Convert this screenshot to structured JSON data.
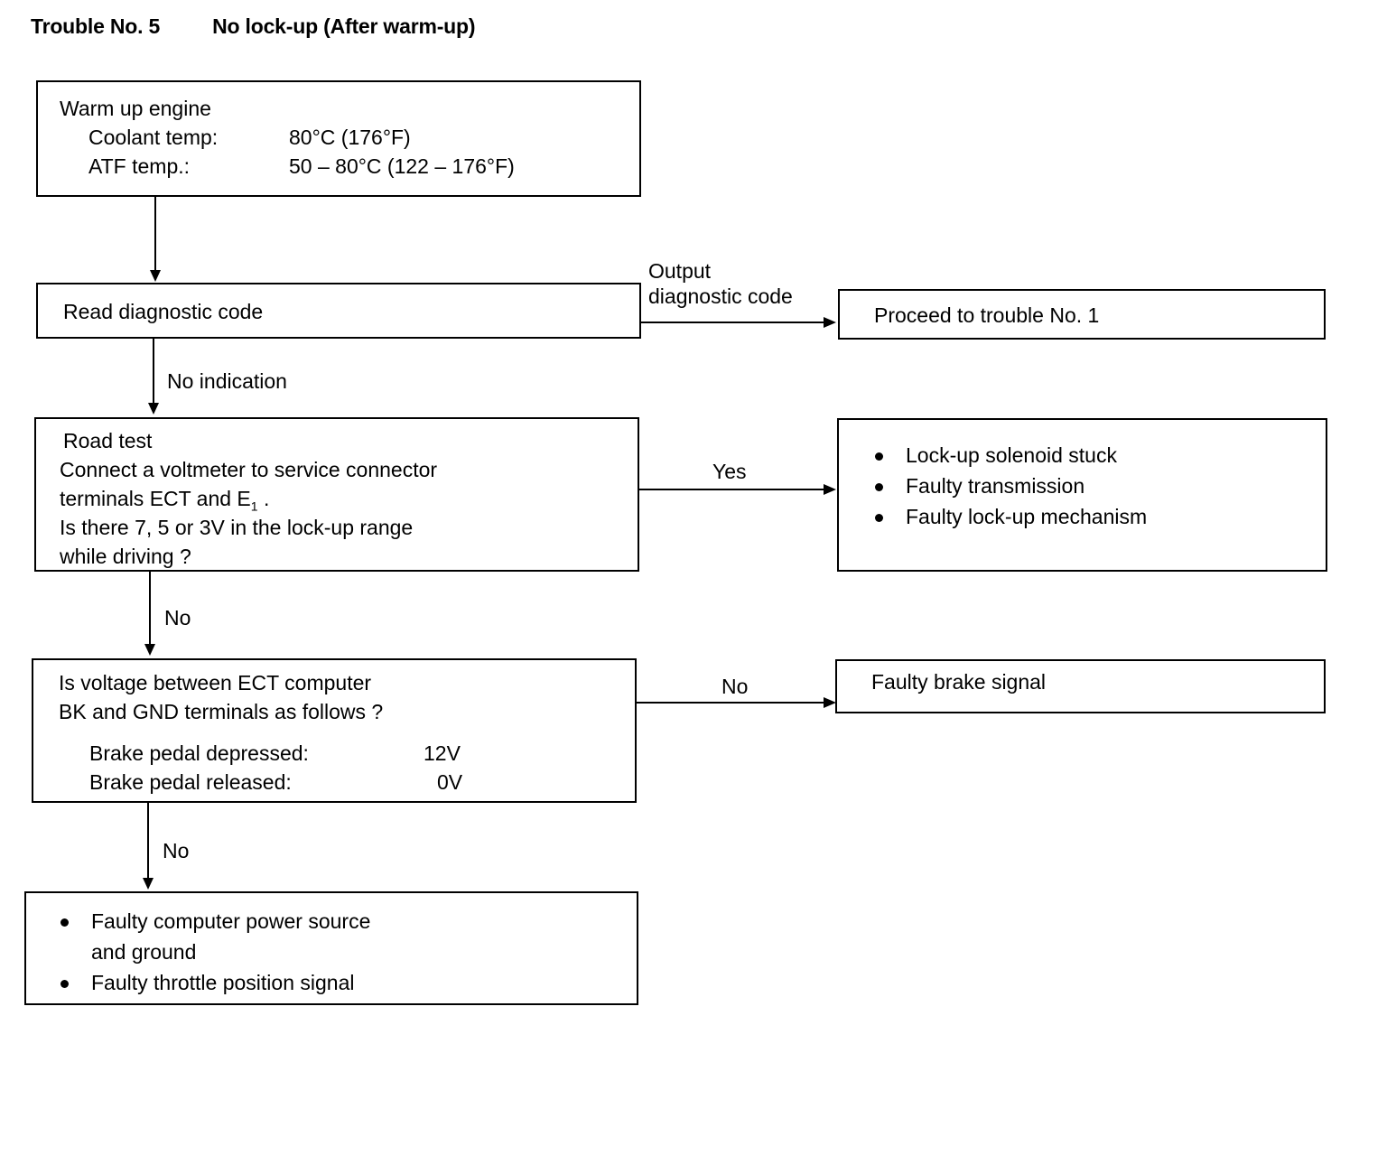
{
  "header": {
    "trouble_no": "Trouble No. 5",
    "description": "No lock-up (After warm-up)"
  },
  "nodes": {
    "warm_up": {
      "title": "Warm up engine",
      "rows": [
        {
          "label": "Coolant temp:",
          "value": "80°C (176°F)"
        },
        {
          "label": "ATF temp.:",
          "value": "50 – 80°C (122 – 176°F)"
        }
      ]
    },
    "read_code": {
      "title": "Read diagnostic code"
    },
    "proceed_trouble_1": {
      "title": "Proceed to trouble No. 1"
    },
    "road_test": {
      "line1": "Road test",
      "line2": "Connect a voltmeter to service connector",
      "line3_pre": "terminals ECT and E",
      "line3_sub": "1",
      "line3_post": " .",
      "line4": "Is there 7, 5 or 3V in the lock-up range",
      "line5": "while driving ?"
    },
    "lockup_faults": {
      "items": [
        "Lock-up solenoid stuck",
        "Faulty transmission",
        "Faulty lock-up mechanism"
      ]
    },
    "voltage_check": {
      "line1": "Is voltage between ECT computer",
      "line2": "BK and GND terminals as follows ?",
      "rows": [
        {
          "label": "Brake pedal depressed:",
          "value": "12V"
        },
        {
          "label": "Brake pedal released:",
          "value": "0V"
        }
      ]
    },
    "brake_signal": {
      "title": "Faulty brake signal"
    },
    "power_faults": {
      "items": [
        "Faulty computer power source\nand ground",
        "Faulty throttle position signal"
      ]
    }
  },
  "edges": {
    "warmup_to_read": "",
    "read_to_proceed": "Output\ndiagnostic code",
    "read_to_roadtest": "No indication",
    "roadtest_to_faults": "Yes",
    "roadtest_to_voltage": "No",
    "voltage_to_brake": "No",
    "voltage_to_power": "No"
  }
}
